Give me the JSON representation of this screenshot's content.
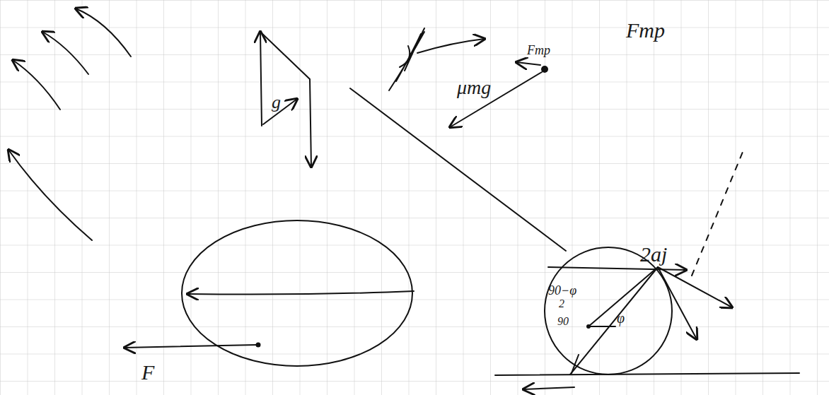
{
  "diagram": {
    "labels": [
      "Fтр",
      "Fтр",
      "μmg",
      "g",
      "2aj",
      "F",
      "90−φ",
      "2",
      "φ",
      "90"
    ]
  }
}
